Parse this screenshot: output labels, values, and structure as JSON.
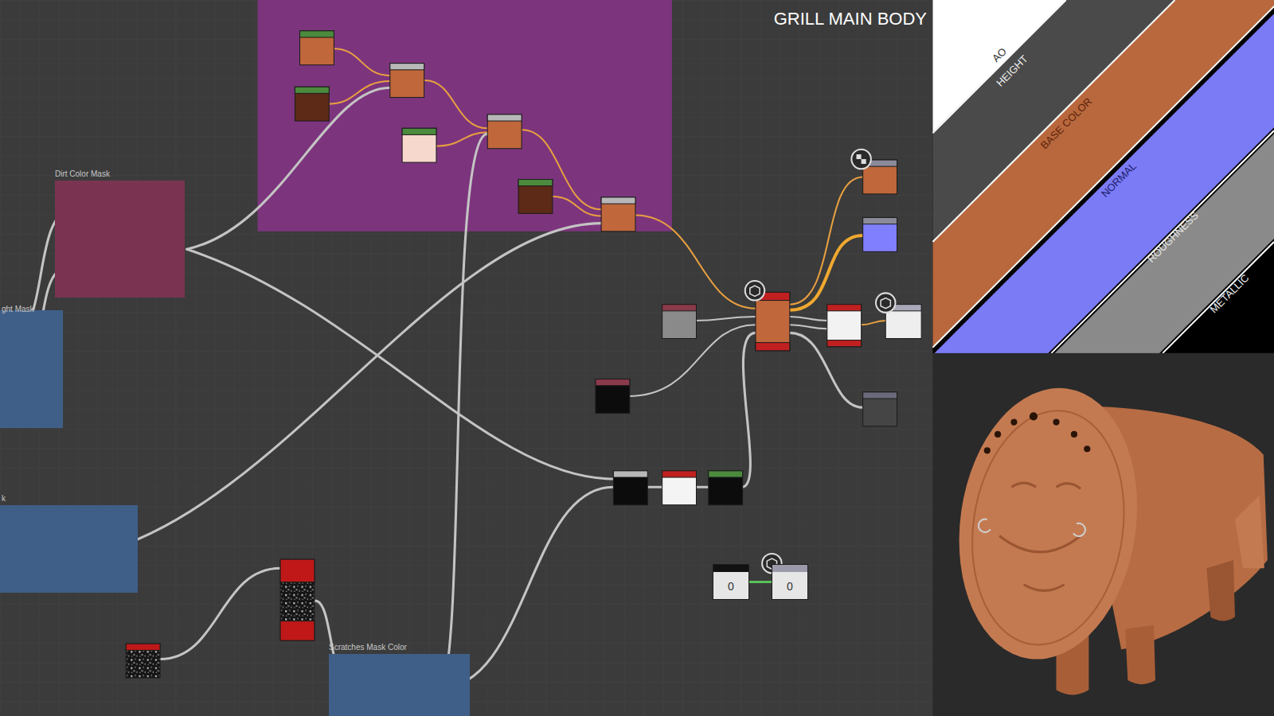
{
  "diagram": {
    "title": "GRILL MAIN BODY",
    "nodes": [
      {
        "text": [
          "Dirt Color Mask"
        ]
      },
      {
        "text": [
          "ght Mask"
        ]
      },
      {
        "text": [
          "k"
        ]
      },
      {
        "text": [
          "0"
        ]
      },
      {
        "text": [
          "0"
        ]
      },
      {
        "text": [
          "Scratches Mask Color"
        ]
      }
    ],
    "edges": [
      {
        "from": 3,
        "to": 4,
        "arrow": "none"
      }
    ],
    "labels": [
      "AO",
      "HEIGHT",
      "BASE COLOR",
      "NORMAL",
      "ROUGHNESS",
      "METALLIC"
    ]
  }
}
